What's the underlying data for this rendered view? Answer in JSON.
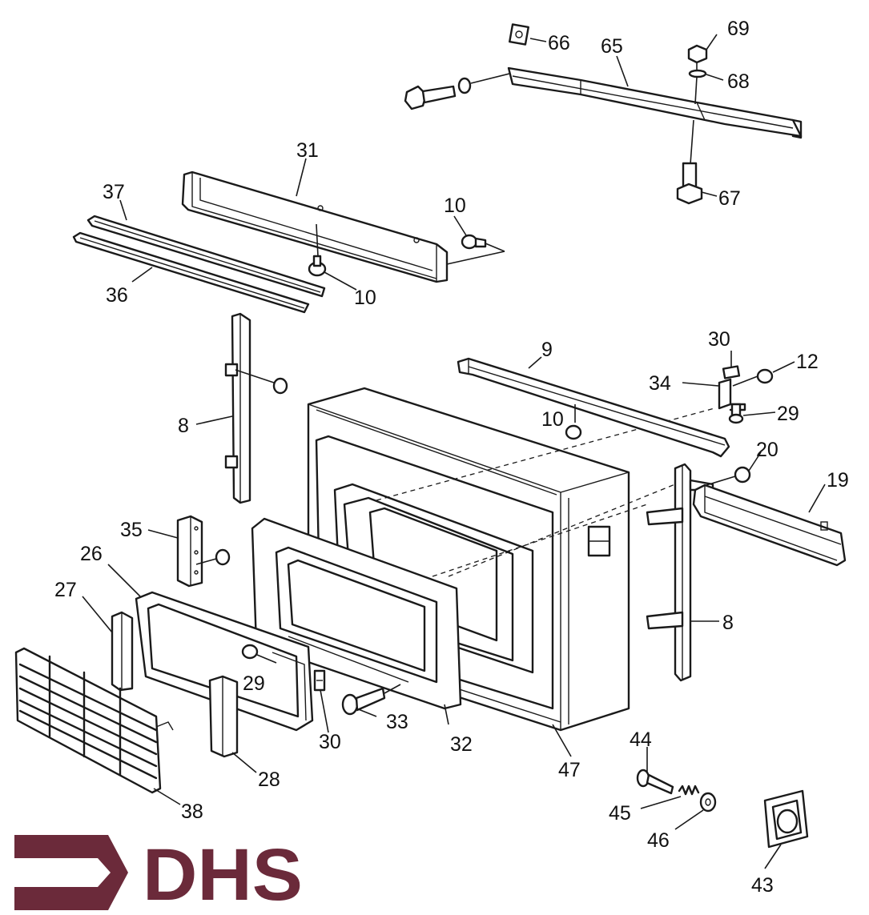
{
  "logo": {
    "text": "DHS",
    "color": "#6b2a3a"
  },
  "colors": {
    "ink": "#1a1a1a",
    "background": "#ffffff"
  },
  "callouts": {
    "c66": "66",
    "c65": "65",
    "c69": "69",
    "c68": "68",
    "c67": "67",
    "c31": "31",
    "c37": "37",
    "c36": "36",
    "c10a": "10",
    "c10b": "10",
    "c10c": "10",
    "c9": "9",
    "c30a": "30",
    "c12": "12",
    "c34": "34",
    "c29a": "29",
    "c20": "20",
    "c19": "19",
    "c8a": "8",
    "c8b": "8",
    "c35": "35",
    "c26": "26",
    "c27": "27",
    "c29b": "29",
    "c30b": "30",
    "c33": "33",
    "c32": "32",
    "c47": "47",
    "c28": "28",
    "c38": "38",
    "c44": "44",
    "c45": "45",
    "c46": "46",
    "c43": "43"
  }
}
